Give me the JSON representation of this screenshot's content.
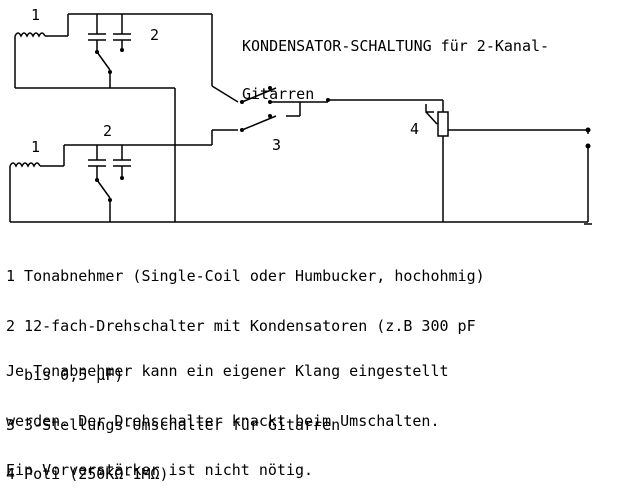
{
  "title": {
    "line1": "KONDENSATOR-SCHALTUNG für 2-Kanal-",
    "line2": "Gitarren"
  },
  "labels": {
    "pickup_top": "1",
    "pickup_bottom": "1",
    "switch_top": "2",
    "switch_bottom": "2",
    "selector": "3",
    "poti": "4"
  },
  "legend": [
    "1 Tonabnehmer (Single-Coil oder Humbucker, hochohmig)",
    "2 12-fach-Drehschalter mit Kondensatoren (z.B 300 pF",
    "  bis 0,5 µF)",
    "3 3-Stellungs-Umschalter für Gitarren",
    "4 Poti (250KΩ-1MΩ)"
  ],
  "note": [
    "Je Tonabnehmer kann ein eigener Klang eingestellt",
    "werden. Der Drehschalter knackt beim Umschalten.",
    "Ein Vorverstärker ist nicht nötig."
  ]
}
